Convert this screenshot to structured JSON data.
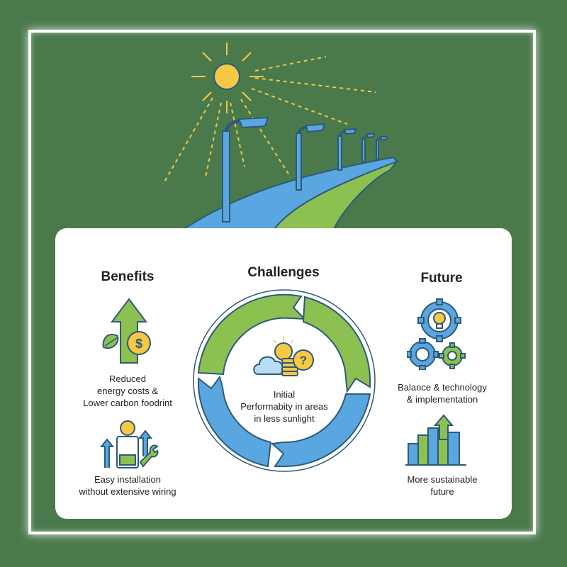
{
  "colors": {
    "background": "#4a7a4c",
    "green": "#8cc152",
    "blue": "#5aa6e0",
    "yellow": "#f6c844",
    "dark": "#2d5a78"
  },
  "benefits": {
    "title": "Benefits",
    "item1": {
      "icon": "growth-arrow-dollar-icon",
      "caption_line1": "Reduced",
      "caption_line2": "energy costs &",
      "caption_line3": "Lower carbon foodrint"
    },
    "item2": {
      "icon": "battery-lightbulb-wrench-icon",
      "caption_line1": "Easy installation",
      "caption_line2": "without extensive wiring"
    }
  },
  "challenges": {
    "title": "Challenges",
    "icon": "cloud-sun-coins-question-icon",
    "caption_line1": "Initial",
    "caption_line2": "Performabity in areas",
    "caption_line3": "in less sunlight"
  },
  "future": {
    "title": "Future",
    "item1": {
      "icon": "gears-lightbulb-icon",
      "caption_line1": "Balance & technology",
      "caption_line2": "& implementation"
    },
    "item2": {
      "icon": "city-growth-arrow-icon",
      "caption_line1": "More sustainable",
      "caption_line2": "future"
    }
  }
}
